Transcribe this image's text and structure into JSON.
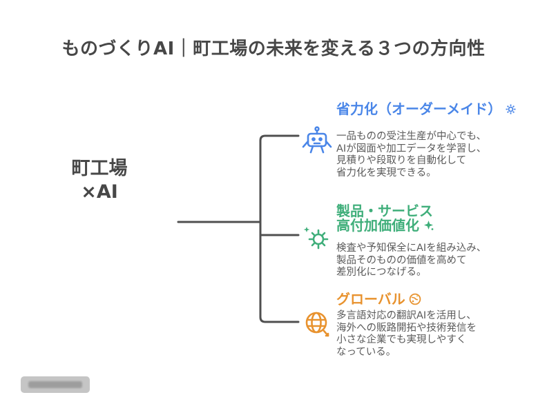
{
  "title": "ものづくりAI｜町工場の未来を変える３つの方向性",
  "root": {
    "label_line1": "町工場",
    "label_line2": "×AI"
  },
  "branches": [
    {
      "name": "automation",
      "heading": "省力化（オーダーメイド）",
      "heading_color": "#4a86e8",
      "icon": "robot-icon",
      "suffix_icon": "gear-emoji-icon",
      "body": [
        "一品ものの受注生産が中心でも、",
        "AIが図面や加工データを学習し、",
        "見積りや段取りを自動化して",
        "省力化を実現できる。"
      ]
    },
    {
      "name": "high-value-products",
      "heading_line1": "製品・サービス",
      "heading_line2": "高付加価値化",
      "heading_color": "#3fae7a",
      "icon": "gear-icon",
      "suffix_icon": "sparkle-emoji-icon",
      "body": [
        "検査や予知保全にAIを組み込み、",
        "製品そのものの価値を高めて",
        "差別化につなげる。"
      ]
    },
    {
      "name": "global",
      "heading": "グローバル",
      "heading_color": "#e8922e",
      "icon": "globe-icon",
      "suffix_icon": "globe-emoji-icon",
      "body": [
        "多言語対応の翻訳AIを活用し、",
        "海外への販路開拓や技術発信を",
        "小さな企業でも実現しやすく",
        "なっている。"
      ]
    }
  ],
  "colors": {
    "line": "#4f4f4f",
    "title": "#474747",
    "body_text": "#5a5a5a",
    "blue": "#4a86e8",
    "green": "#3fae7a",
    "orange": "#e8922e"
  }
}
